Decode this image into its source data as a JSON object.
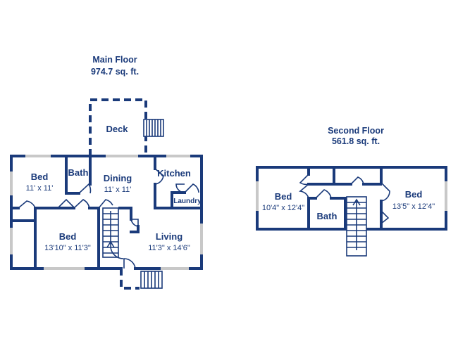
{
  "main_floor": {
    "title": "Main Floor",
    "area": "974.7 sq. ft.",
    "rooms": {
      "deck": {
        "name": "Deck"
      },
      "bed1": {
        "name": "Bed",
        "dims": "11' x 11'"
      },
      "bath": {
        "name": "Bath"
      },
      "dining": {
        "name": "Dining",
        "dims": "11' x 11'"
      },
      "kitchen": {
        "name": "Kitchen"
      },
      "laundry": {
        "name": "Laundry"
      },
      "bed2": {
        "name": "Bed",
        "dims": "13'10\" x 11'3\""
      },
      "living": {
        "name": "Living",
        "dims": "11'3\" x 14'6\""
      }
    }
  },
  "second_floor": {
    "title": "Second Floor",
    "area": "561.8 sq. ft.",
    "rooms": {
      "bed_left": {
        "name": "Bed",
        "dims": "10'4\" x 12'4\""
      },
      "bath": {
        "name": "Bath"
      },
      "bed_right": {
        "name": "Bed",
        "dims": "13'5\" x 12'4\""
      }
    }
  },
  "colors": {
    "wall": "#1a3a7a",
    "window": "#c8c8c8",
    "background": "#ffffff"
  }
}
